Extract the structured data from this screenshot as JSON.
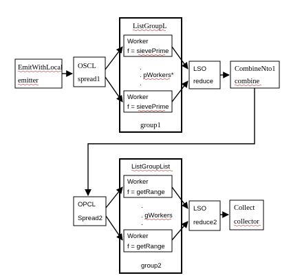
{
  "emitter_node": {
    "name": "EmitWithLocal",
    "value": "emitter"
  },
  "oscl_node": {
    "name": "OSCL",
    "value": "spread1"
  },
  "group1": {
    "title": "ListGroupL",
    "footer": "group1",
    "workers": [
      {
        "name": "Worker",
        "func": "f = sievePrime"
      },
      {
        "name": "Worker",
        "func": "f = sievePrime"
      }
    ],
    "dots_top": ".",
    "count_label": ". pWorkers*",
    "dots_bottom": "."
  },
  "lso1_node": {
    "name": "LSO",
    "value": "reduce"
  },
  "combine_node": {
    "name": "CombineNto1",
    "value": "combine"
  },
  "opcl_node": {
    "name": "OPCL",
    "value": "Spread2"
  },
  "group2": {
    "title": "ListGroupList",
    "footer": "group2",
    "workers": [
      {
        "name": "Worker",
        "func": "f = getRange"
      },
      {
        "name": "Worker",
        "func": "f = getRange"
      }
    ],
    "dots_top": ".",
    "count_label": ". gWorkers",
    "dots_bottom": "."
  },
  "lso2_node": {
    "name": "LSO",
    "value": "reduce2"
  },
  "collect_node": {
    "name": "Collect",
    "value": "collector"
  },
  "colors": {
    "stroke": "#000000",
    "spellcheck": "#c0504d",
    "background": "#ffffff"
  }
}
